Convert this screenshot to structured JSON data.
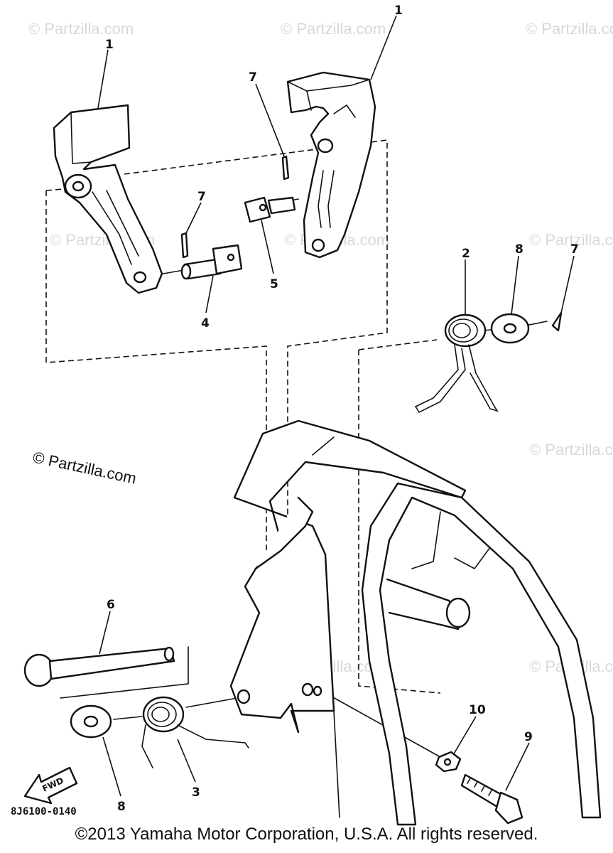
{
  "watermark": "© Partzilla.com",
  "main_watermark": "© Partzilla.com",
  "diagram_code": "8J6100-0140",
  "fwd_label": "FWD",
  "copyright": "©2013 Yamaha Motor Corporation, U.S.A. All rights reserved.",
  "labels": {
    "bracket_left": "1",
    "bracket_right": "1",
    "spring_upper": "2",
    "spring_lower": "3",
    "pin_left": "4",
    "pin_right": "5",
    "bolt_long": "6",
    "cotter_left": "7",
    "cotter_center": "7",
    "cotter_right": "7",
    "washer_upper": "8",
    "washer_lower": "8",
    "bolt_short": "9",
    "nut": "10"
  }
}
